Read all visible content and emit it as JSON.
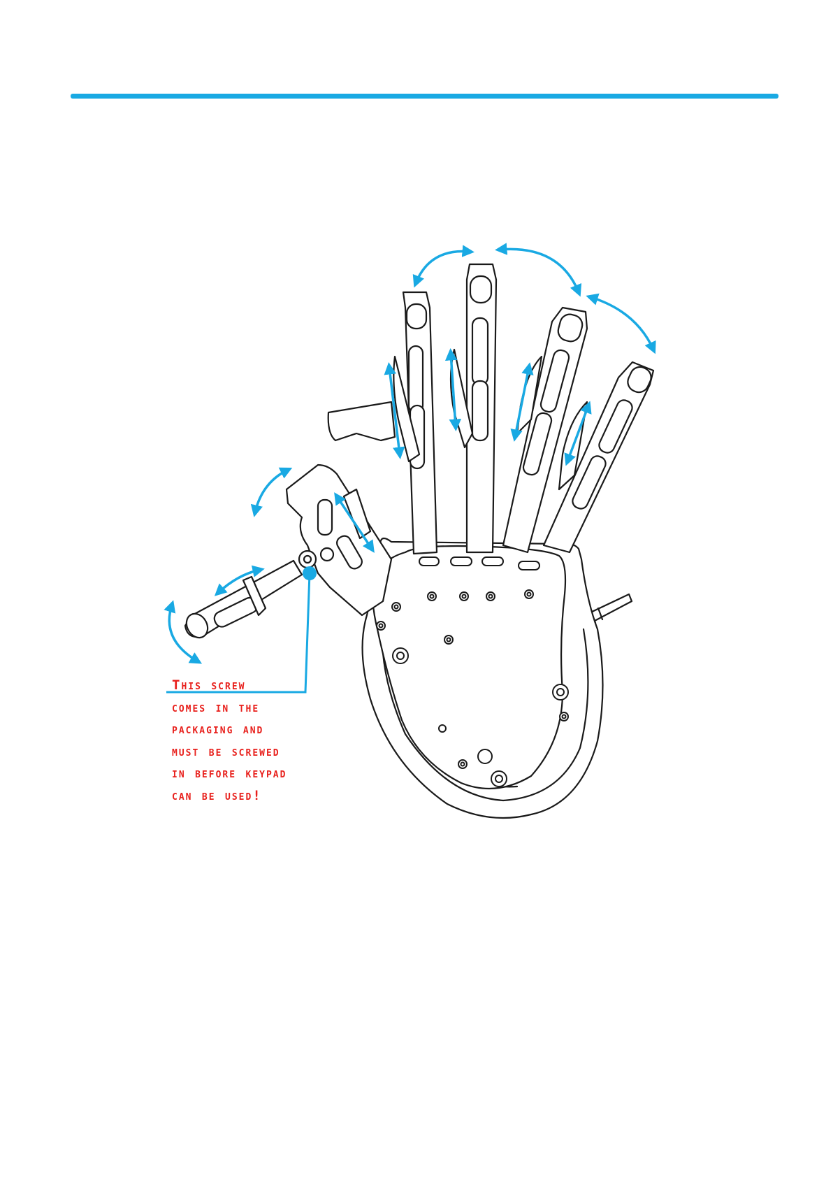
{
  "colors": {
    "accent": "#19a9e3",
    "callout_text": "#e8201c",
    "line_art": "#1a1a1a",
    "background": "#ffffff"
  },
  "callout": {
    "lines": [
      "This screw",
      "comes in the",
      "packaging and",
      "must be screwed",
      "in before keypad",
      "can be used!"
    ]
  },
  "illustration": {
    "subject": "prosthetic-hand-line-drawing",
    "marker": "screw-location-dot"
  }
}
